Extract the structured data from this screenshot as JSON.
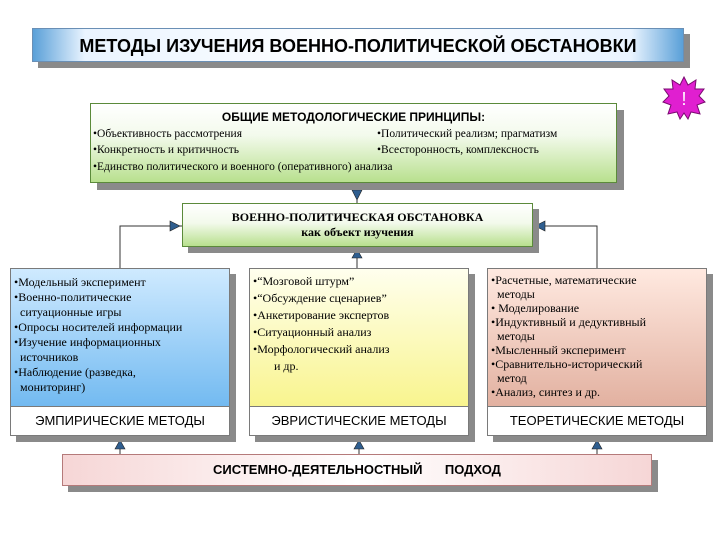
{
  "title": "МЕТОДЫ ИЗУЧЕНИЯ ВОЕННО-ПОЛИТИЧЕСКОЙ ОБСТАНОВКИ",
  "alert_mark": "!",
  "principles": {
    "heading": "ОБЩИЕ МЕТОДОЛОГИЧЕСКИЕ ПРИНЦИПЫ:",
    "items": [
      "•Объективность рассмотрения",
      "•Политический реализм; прагматизм",
      "•Конкретность и критичность",
      "•Всесторонность, комплексность",
      "•Единство политического и военного (оперативного) анализа"
    ]
  },
  "situation": {
    "line1": "ВОЕННО-ПОЛИТИЧЕСКАЯ ОБСТАНОВКА",
    "line2": "как объект изучения"
  },
  "empirical": {
    "items": [
      "•Модельный эксперимент",
      "•Военно-политические",
      "  ситуационные игры",
      "•Опросы носителей информации",
      "•Изучение информационных",
      "  источников",
      "•Наблюдение (разведка,",
      "  мониторинг)"
    ],
    "footer": "ЭМПИРИЧЕСКИЕ МЕТОДЫ"
  },
  "heuristic": {
    "items": [
      "•“Мозговой штурм”",
      "•“Обсуждение сценариев”",
      "•Анкетирование экспертов",
      "•Ситуационный анализ",
      "•Морфологический анализ",
      "       и др."
    ],
    "footer": "ЭВРИСТИЧЕСКИЕ  МЕТОДЫ"
  },
  "theoretical": {
    "items": [
      "•Расчетные, математические",
      "  методы",
      "• Моделирование",
      "•Индуктивный и дедуктивный",
      "  методы",
      "•Мысленный эксперимент",
      "•Сравнительно-исторический",
      "  метод",
      "•Анализ, синтез и др."
    ],
    "footer": "ТЕОРЕТИЧЕСКИЕ МЕТОДЫ"
  },
  "system": "СИСТЕМНО-ДЕЯТЕЛЬНОСТНЫЙ    ПОДХОД",
  "colors": {
    "empirical": "#5fb0ee",
    "heuristic": "#f7f27a",
    "theoretical": "#dca593",
    "principles": "#b8e08e",
    "alert": "#e01fd0"
  }
}
